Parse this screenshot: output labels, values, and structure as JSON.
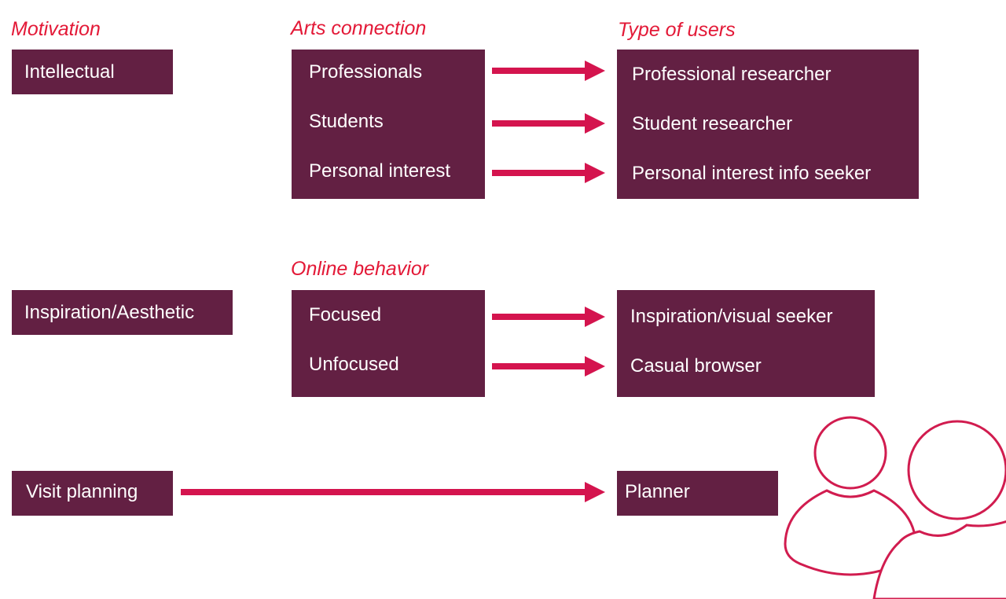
{
  "headers": {
    "motivation": "Motivation",
    "arts_connection": "Arts connection",
    "type_of_users": "Type of users",
    "online_behavior": "Online behavior"
  },
  "motivations": {
    "intellectual": "Intellectual",
    "inspiration": "Inspiration/Aesthetic",
    "visit_planning": "Visit planning"
  },
  "arts_connection": [
    "Professionals",
    "Students",
    "Personal interest"
  ],
  "online_behavior": [
    "Focused",
    "Unfocused"
  ],
  "user_types_intellectual": [
    "Professional researcher",
    "Student researcher",
    "Personal interest info seeker"
  ],
  "user_types_inspiration": [
    "Inspiration/visual seeker",
    "Casual browser"
  ],
  "user_type_planner": "Planner",
  "colors": {
    "box_fill": "#632043",
    "box_text": "#ffffff",
    "accent": "#e31937",
    "arrow": "#d4144e"
  },
  "icon": "users-icon"
}
